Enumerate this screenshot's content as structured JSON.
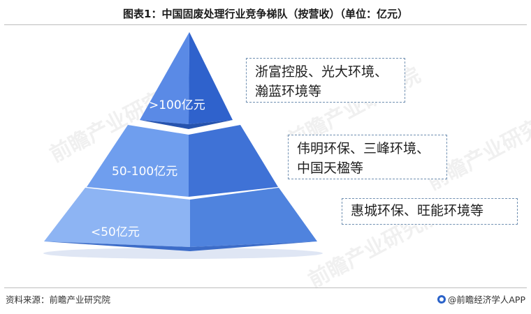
{
  "header": {
    "title": "图表1：中国固废处理行业竞争梯队（按营收）（单位：亿元）"
  },
  "tiers": [
    {
      "label": ">100亿元",
      "companies": [
        "浙富控股、光大环境、",
        "瀚蓝环境等"
      ]
    },
    {
      "label": "50-100亿元",
      "companies": [
        "伟明环保、三峰环境、",
        "中国天楹等"
      ]
    },
    {
      "label": "<50亿元",
      "companies": [
        "惠城环保、旺能环境等"
      ]
    }
  ],
  "watermark": {
    "text": "前瞻产业研究院"
  },
  "footer": {
    "source": "资料来源：前瞻产业研究院",
    "brand": "@前瞻经济学人APP"
  },
  "colors": {
    "tier_top": "#3d6fd6",
    "tier_middle": "#5489e3",
    "tier_bottom": "#73a0ee",
    "note_border": "#6f8fb1"
  }
}
